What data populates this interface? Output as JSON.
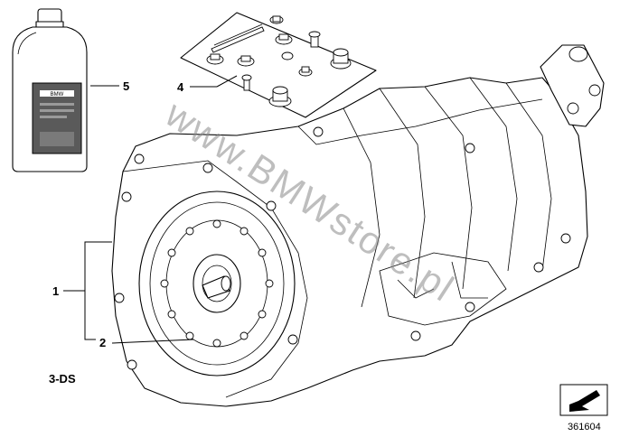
{
  "callouts": [
    {
      "id": "1",
      "text": "1"
    },
    {
      "id": "2",
      "text": "2"
    },
    {
      "id": "4",
      "text": "4"
    },
    {
      "id": "5",
      "text": "5"
    }
  ],
  "variant_label": "3-DS",
  "watermark": "www.BMWstore.pl",
  "drawing_number": "361604",
  "bottle_label": "BMW"
}
